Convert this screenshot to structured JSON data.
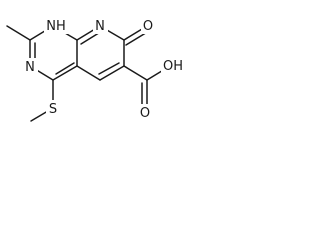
{
  "molecule": {
    "atoms": {
      "n1h": "NH",
      "n_ring_top": "N",
      "o_keto": "O",
      "n3": "N",
      "s": "S",
      "cooh": "OH",
      "o_acid": "O"
    }
  },
  "colors": {
    "bond": "#1a1a1a",
    "label": "#1a1a1a",
    "background": "#ffffff"
  }
}
